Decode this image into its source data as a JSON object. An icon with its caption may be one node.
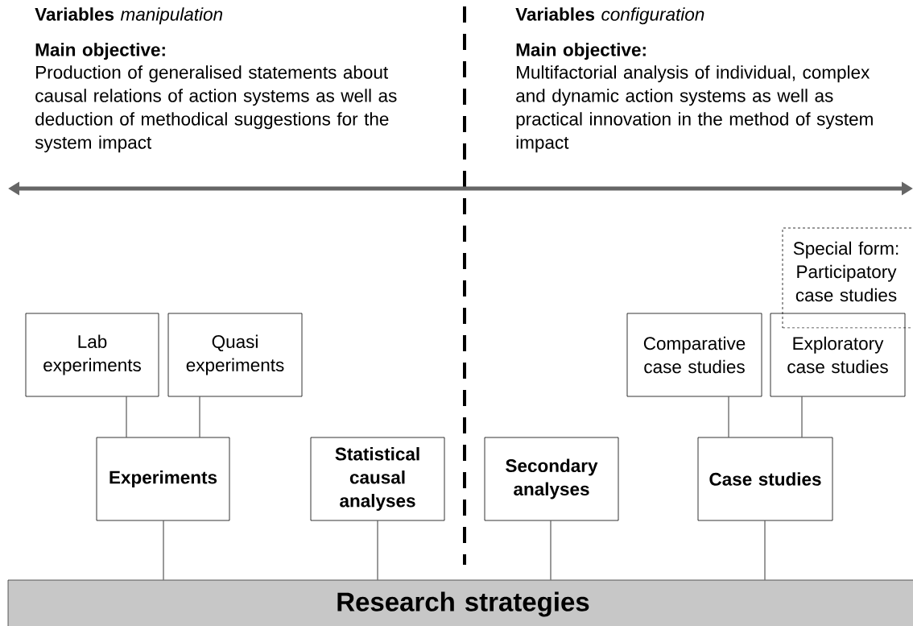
{
  "diagram": {
    "nodes": [
      {
        "text": [
          "Special form: Participatory case studies"
        ]
      },
      {
        "text": [
          "Lab experiments"
        ]
      },
      {
        "text": [
          "Quasi experiments"
        ]
      },
      {
        "text": [
          "Comparative case studies"
        ]
      },
      {
        "text": [
          "Exploratory case studies"
        ]
      },
      {
        "text": [
          "Experiments"
        ]
      },
      {
        "text": [
          "Statistical causal analyses"
        ]
      },
      {
        "text": [
          "Secondary analyses"
        ]
      },
      {
        "text": [
          "Case studies"
        ]
      },
      {
        "text": [
          "Research strategies"
        ]
      }
    ],
    "edges": [
      {
        "from": 1,
        "to": 5,
        "arrow": "none"
      },
      {
        "from": 2,
        "to": 5,
        "arrow": "none"
      },
      {
        "from": 3,
        "to": 8,
        "arrow": "none"
      },
      {
        "from": 4,
        "to": 8,
        "arrow": "none"
      },
      {
        "from": 5,
        "to": 9,
        "arrow": "none"
      },
      {
        "from": 6,
        "to": 9,
        "arrow": "none"
      },
      {
        "from": 7,
        "to": 9,
        "arrow": "none"
      },
      {
        "from": 8,
        "to": 9,
        "arrow": "none"
      }
    ],
    "labels": [
      "**Variables** *manipulation*",
      "Main objective:",
      "Production of generalised statements about causal relations of action systems as well as deduction of methodical suggestions for the system impact",
      "**Variables** *configuration*",
      "Main objective:",
      "Multifactorial analysis of individual, complex and dynamic action systems as well as practical innovation in the method of system impact"
    ]
  }
}
